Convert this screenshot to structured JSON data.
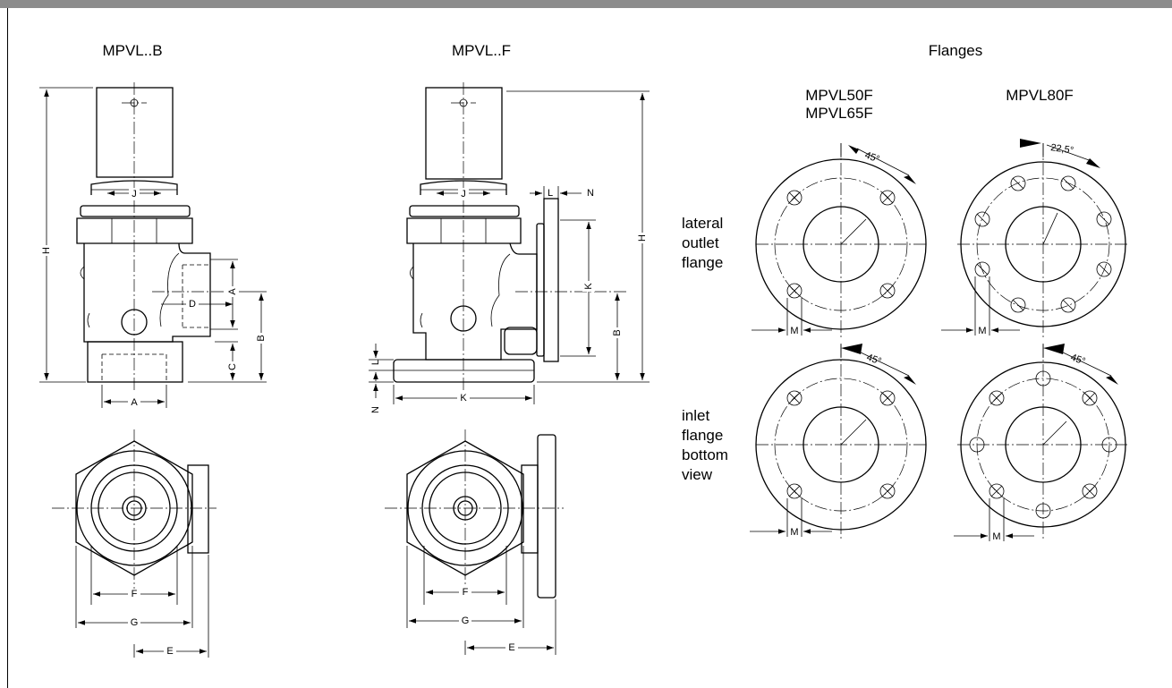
{
  "views": {
    "mpvl_b": {
      "title": "MPVL..B"
    },
    "mpvl_f": {
      "title": "MPVL..F"
    },
    "flanges": {
      "title": "Flanges",
      "col1_line1": "MPVL50F",
      "col1_line2": "MPVL65F",
      "col2": "MPVL80F",
      "row1_line1": "lateral",
      "row1_line2": "outlet",
      "row1_line3": "flange",
      "row2_line1": "inlet",
      "row2_line2": "flange",
      "row2_line3": "bottom",
      "row2_line4": "view",
      "angle_45": "45°",
      "angle_22": "22,5°"
    }
  },
  "dims": {
    "A": "A",
    "B": "B",
    "C": "C",
    "D": "D",
    "E": "E",
    "F": "F",
    "G": "G",
    "H": "H",
    "J": "J",
    "K": "K",
    "L": "L",
    "M": "M",
    "N": "N"
  },
  "colors": {
    "header_bar": "#8c8c8c",
    "line": "#000000"
  }
}
